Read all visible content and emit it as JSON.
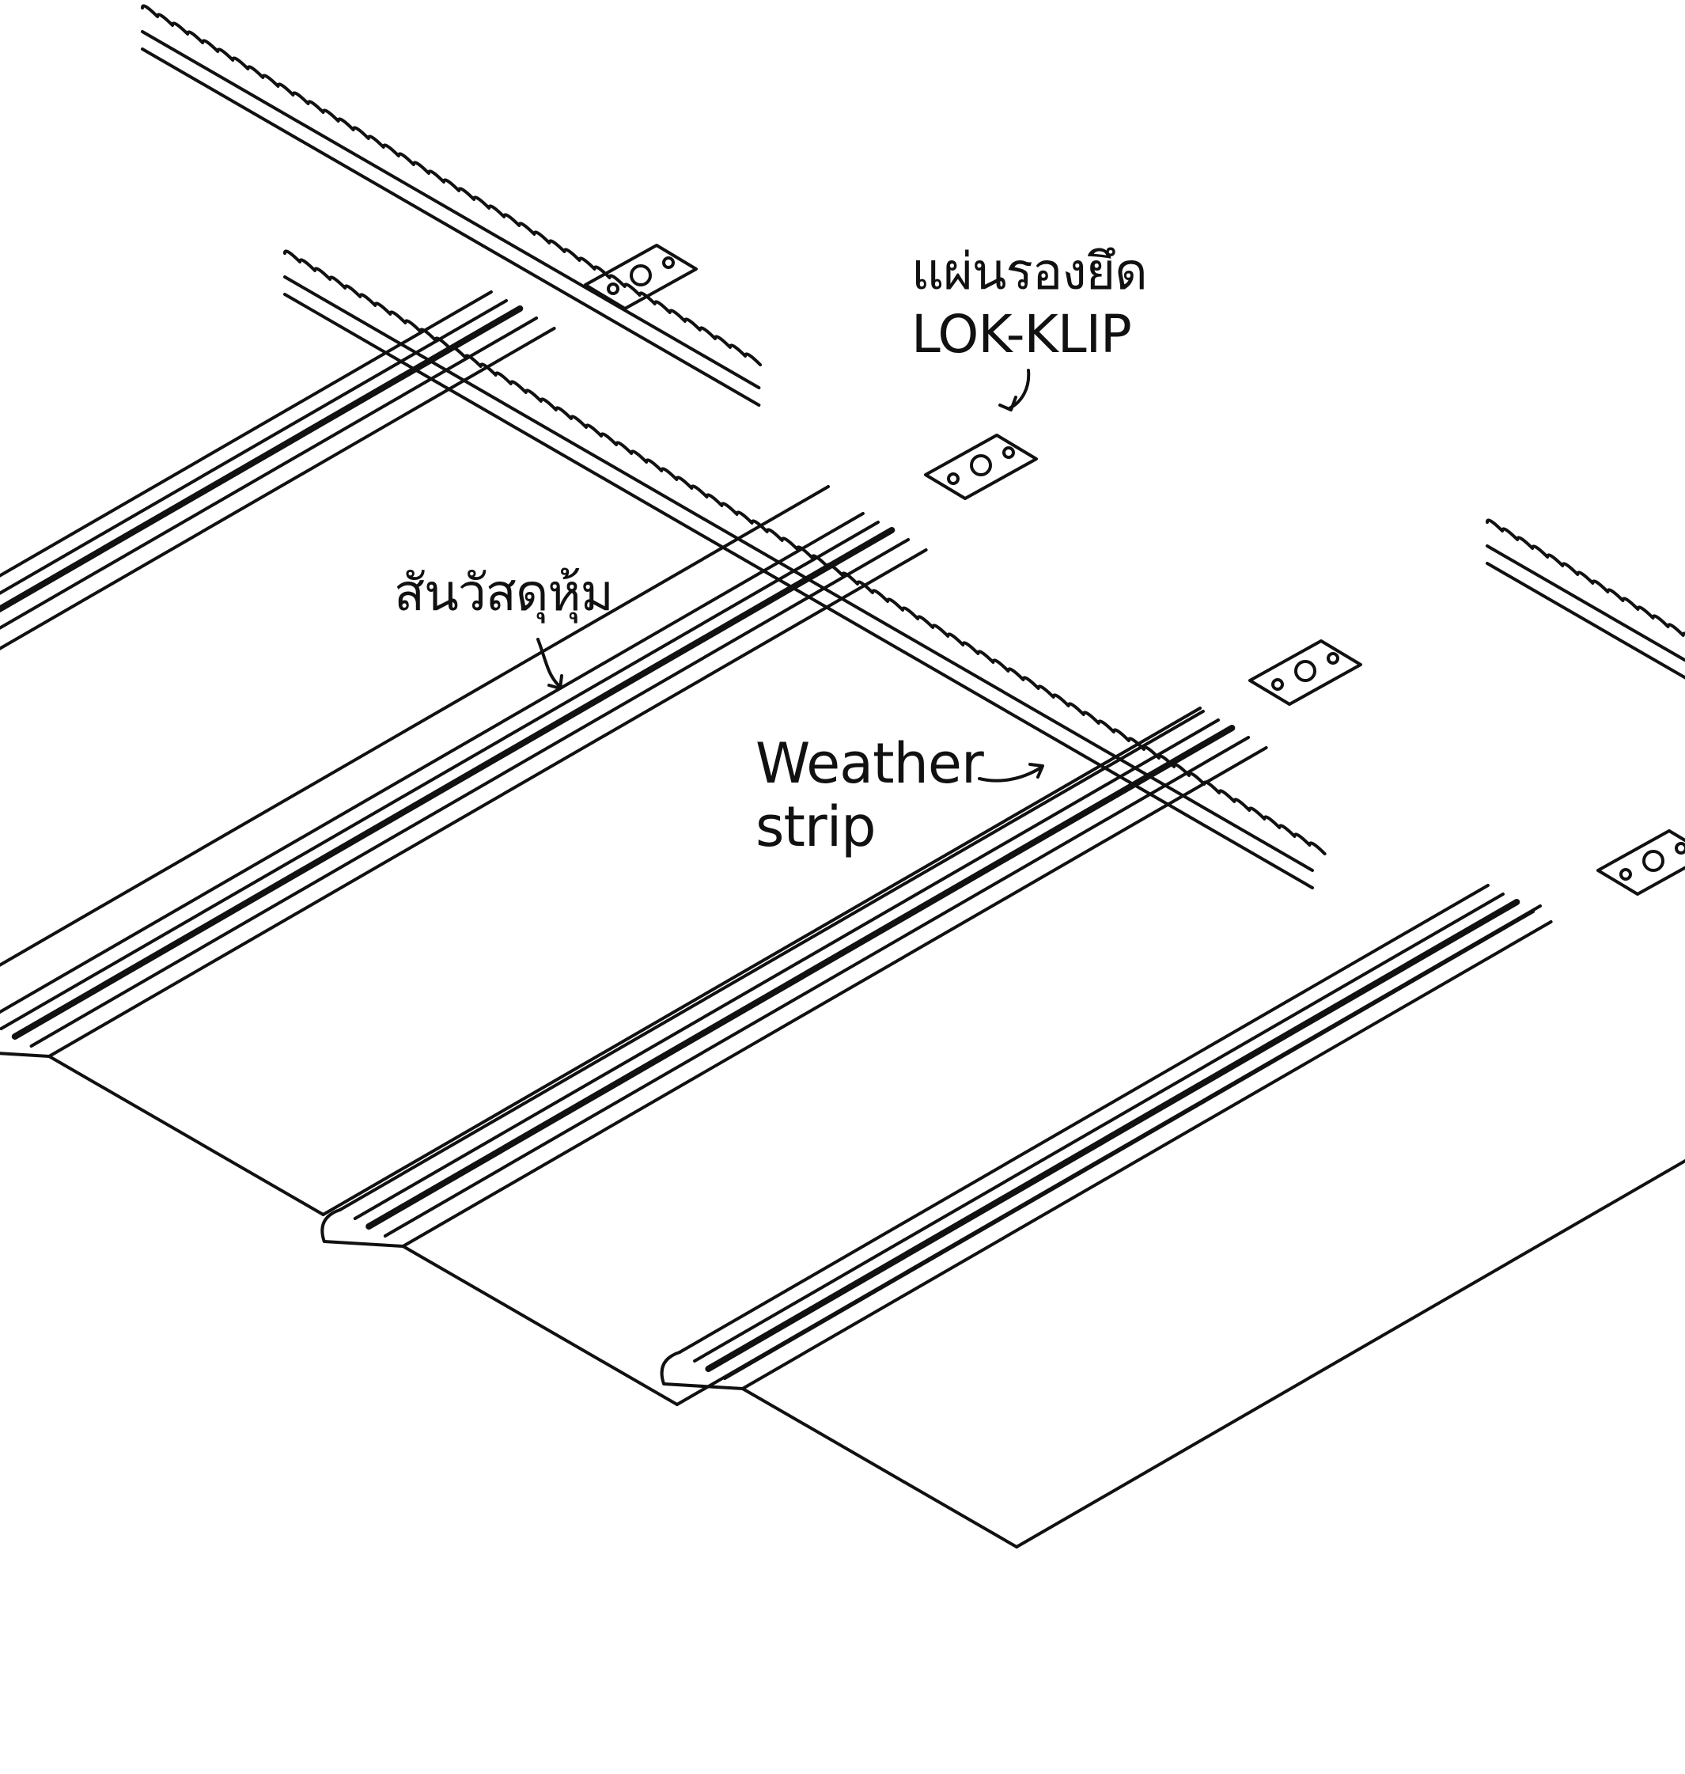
{
  "labels": {
    "lokklip_thai": "แผ่นรองยึด",
    "lokklip_english": "LOK-KLIP",
    "ridge_thai": "สันวัสดุหุ้ม",
    "weather_line1": "Weather",
    "weather_line2": "strip"
  },
  "colors": {
    "line": "#111111",
    "background": "#ffffff"
  },
  "icons": {
    "arrow": "curved-arrow-icon"
  }
}
